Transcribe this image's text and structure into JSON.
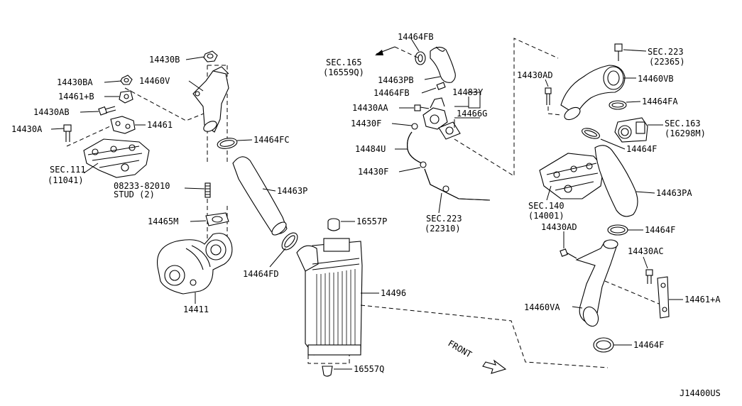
{
  "diagram_code": "J14400US",
  "front_label": "FRONT",
  "labels": {
    "p14430b": "14430B",
    "p14430ba": "14430BA",
    "p14461b": "14461+B",
    "p14430ab": "14430AB",
    "p14430a": "14430A",
    "p14460v": "14460V",
    "p14461": "14461",
    "p14464fc": "14464FC",
    "sec111_a": "SEC.111",
    "sec111_b": "(11041)",
    "stud_a": "08233-82010",
    "stud_b": "STUD (2)",
    "p14463p": "14463P",
    "p14465m": "14465M",
    "p14411": "14411",
    "p14464fd": "14464FD",
    "p14464fb_top": "14464FB",
    "sec165_a": "SEC.165",
    "sec165_b": "(16559Q)",
    "p14463pb": "14463PB",
    "p14464fb": "14464FB",
    "p14483y": "14483Y",
    "p14430aa": "14430AA",
    "p14466g": "14466G",
    "p14430f_a": "14430F",
    "p14484u": "14484U",
    "p14430f_b": "14430F",
    "sec223a_a": "SEC.223",
    "sec223a_b": "(22310)",
    "p16557p": "16557P",
    "p14496": "14496",
    "p16557q": "16557Q",
    "sec223b_a": "SEC.223",
    "sec223b_b": "(22365)",
    "p14430ad_top": "14430AD",
    "p14460vb": "14460VB",
    "p14464fa": "14464FA",
    "sec163_a": "SEC.163",
    "sec163_b": "(16298M)",
    "p14464f_1": "14464F",
    "sec140_a": "SEC.140",
    "sec140_b": "(14001)",
    "p14463pa": "14463PA",
    "p14430ad_bot": "14430AD",
    "p14464f_2": "14464F",
    "p14430ac": "14430AC",
    "p14461a": "14461+A",
    "p14460va": "14460VA",
    "p14464f_3": "14464F"
  }
}
